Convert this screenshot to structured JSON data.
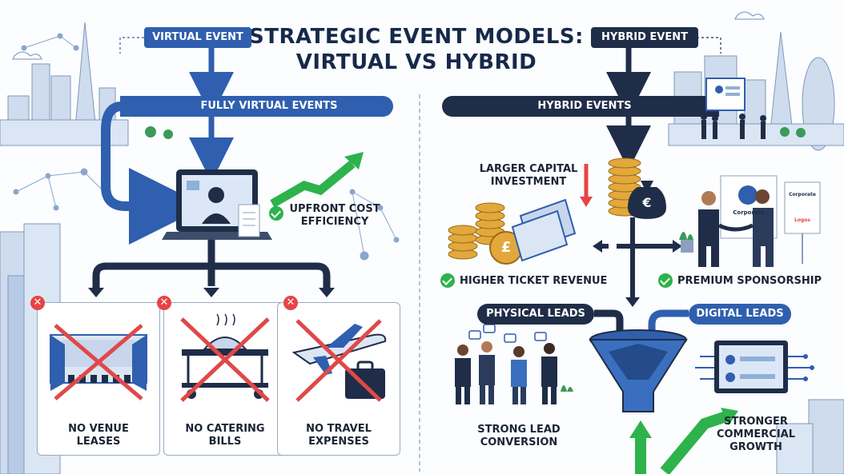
{
  "title": {
    "line1": "STRATEGIC EVENT MODELS:",
    "line2": "VIRTUAL VS HYBRID"
  },
  "virtual": {
    "tag": "VIRTUAL EVENT",
    "banner": "FULLY VIRTUAL EVENTS",
    "benefit_line1": "UPFRONT COST",
    "benefit_line2": "EFFICIENCY",
    "savings": [
      {
        "line1": "NO VENUE",
        "line2": "LEASES"
      },
      {
        "line1": "NO CATERING",
        "line2": "BILLS"
      },
      {
        "line1": "NO TRAVEL",
        "line2": "EXPENSES"
      }
    ]
  },
  "hybrid": {
    "tag": "HYBRID EVENT",
    "banner": "HYBRID EVENTS",
    "capital_line1": "LARGER CAPITAL",
    "capital_line2": "INVESTMENT",
    "currency_symbol": "€",
    "coin_symbol": "£",
    "ticket_revenue": "HIGHER TICKET REVENUE",
    "sponsorship": "PREMIUM SPONSORSHIP",
    "sign_text_1": "Corporate",
    "sign_text_2": "Corporate",
    "sign_text_3": "Logos",
    "physical_leads": "PHYSICAL LEADS",
    "digital_leads": "DIGITAL LEADS",
    "conversion_line1": "STRONG LEAD",
    "conversion_line2": "CONVERSION",
    "growth_line1": "STRONGER",
    "growth_line2": "COMMERCIAL",
    "growth_line3": "GROWTH"
  },
  "colors": {
    "virtual_blue": "#2f5fae",
    "hybrid_navy": "#1f2d48",
    "positive_green": "#2eb24b",
    "negative_red": "#e74444",
    "coin_gold": "#e2a83b",
    "city_light": "#cfdcee"
  }
}
